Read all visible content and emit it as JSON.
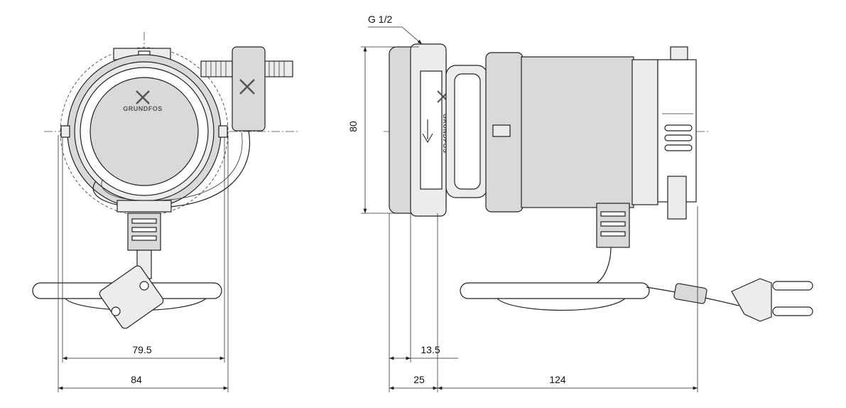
{
  "labels": {
    "thread": "G 1/2",
    "logo_front": "GRUNDFOS",
    "logo_side": "GRUNDFOS",
    "dim_79_5": "79.5",
    "dim_84": "84",
    "dim_80": "80",
    "dim_13_5": "13.5",
    "dim_25": "25",
    "dim_124": "124"
  }
}
